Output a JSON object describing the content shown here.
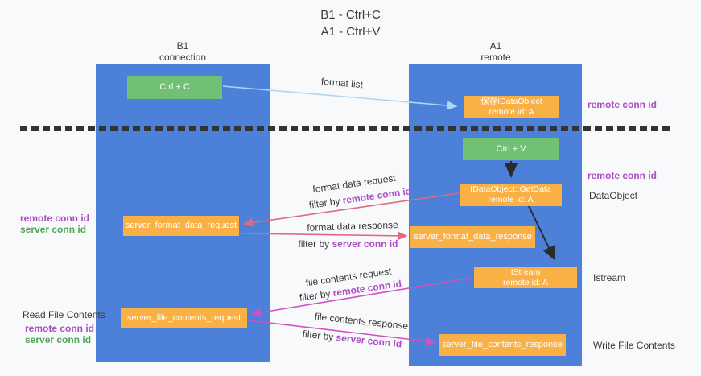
{
  "title": {
    "line1": "B1 - Ctrl+C",
    "line2": "A1 - Ctrl+V"
  },
  "lifelines": {
    "left": {
      "name": "B1",
      "role": "connection"
    },
    "right": {
      "name": "A1",
      "role": "remote"
    }
  },
  "boxes": {
    "ctrl_c": {
      "label": "Ctrl + C"
    },
    "save_idataobject": {
      "line1": "保存IDataObject",
      "line2": "remote id: A"
    },
    "ctrl_v": {
      "label": "Ctrl + V"
    },
    "getdata": {
      "line1": "IDataObject::GetData",
      "line2": "remote id: A"
    },
    "istream": {
      "line1": "IStream",
      "line2": "remote id: A"
    },
    "server_format_data_request": {
      "label": "server_format_data_request"
    },
    "server_format_data_response": {
      "label": "server_format_data_response"
    },
    "server_file_contents_request": {
      "label": "server_file_contents_request"
    },
    "server_file_contents_response": {
      "label": "server_file_contents_response"
    }
  },
  "annotations": {
    "remote_conn_id_right_top": "remote conn id",
    "remote_conn_id_right_mid": "remote conn id",
    "dataobject": "DataObject",
    "istream": "Istream",
    "write_file_contents": "Write File Contents",
    "read_file_contents": "Read File Contents",
    "remote_conn_id_left_mid": "remote conn id",
    "server_conn_id_left_mid": "server conn id",
    "remote_conn_id_left_bottom": "remote conn id",
    "server_conn_id_left_bottom": "server conn id"
  },
  "flows": {
    "format_list": {
      "label": "format list"
    },
    "format_data_request": {
      "label": "format data request",
      "filter_prefix": "filter by ",
      "filter_value": "remote conn id"
    },
    "format_data_response": {
      "label": "format data response",
      "filter_prefix": "filter by ",
      "filter_value": "server conn id"
    },
    "file_contents_request": {
      "label": "file contents request",
      "filter_prefix": "filter by ",
      "filter_value": "remote conn id"
    },
    "file_contents_response": {
      "label": "file contents response",
      "filter_prefix": "filter by ",
      "filter_value": "server conn id"
    }
  },
  "colors": {
    "background": "#f8f9fa",
    "lifeline_blue": "#4c80d9",
    "box_orange": "#f9b044",
    "box_green": "#70c174",
    "conn_id_purple": "#ab4fc3",
    "conn_id_green": "#53a656",
    "arrow_light_blue": "#aed6f1",
    "arrow_red": "#e0697c",
    "arrow_magenta": "#cf52c2",
    "arrow_black": "#2b2b2b",
    "separator_dash": "#333333",
    "text_dark": "#3b3b3b"
  }
}
